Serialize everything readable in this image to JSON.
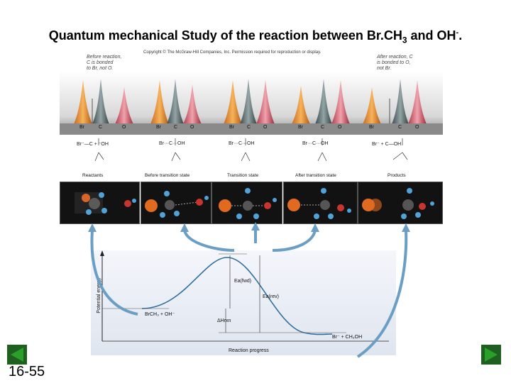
{
  "slide": {
    "title_main": "Quantum mechanical Study of the reaction between Br.CH",
    "title_sub": "3",
    "title_tail": " and OH",
    "title_sup": "-",
    "title_end": ".",
    "slide_number": "16-55"
  },
  "figure": {
    "copyright": "Copyright © The McGraw-Hill Companies, Inc. Permission required for reproduction or display.",
    "caption_left": [
      "Before reaction,",
      "C is bonded",
      "to Br, not O."
    ],
    "caption_right": [
      "After reaction, C",
      "is bonded to O,",
      "not Br."
    ],
    "cone_labels": [
      "Br",
      "C",
      "O",
      "Br",
      "C",
      "O",
      "Br",
      "C",
      "O",
      "Br",
      "C",
      "O",
      "Br",
      "C",
      "O"
    ],
    "formulas": [
      "Br⁻—C + ⁻OH",
      "Br···C···OH",
      "Br···C···OH",
      "Br···C···OH",
      "Br⁻ + C—OH"
    ],
    "stages": [
      "Reactants",
      "Before transition state",
      "Transition state",
      "After transition state",
      "Products"
    ],
    "energy": {
      "y_axis": "Potential energy",
      "x_axis": "Reaction progress",
      "reactants": "BrCH₃ + OH⁻",
      "products": "Br⁻ + CH₃OH",
      "ea_fwd": "Ea(fwd)",
      "ea_rev": "Ea(rev)",
      "dh": "ΔHrxn"
    }
  },
  "colors": {
    "nav_arrow": "#1a7a1a",
    "curve": "#2f6e9e",
    "arrow": "#6a9ec4"
  },
  "icons": {
    "prev": "left-triangle-icon",
    "next": "right-triangle-icon"
  }
}
